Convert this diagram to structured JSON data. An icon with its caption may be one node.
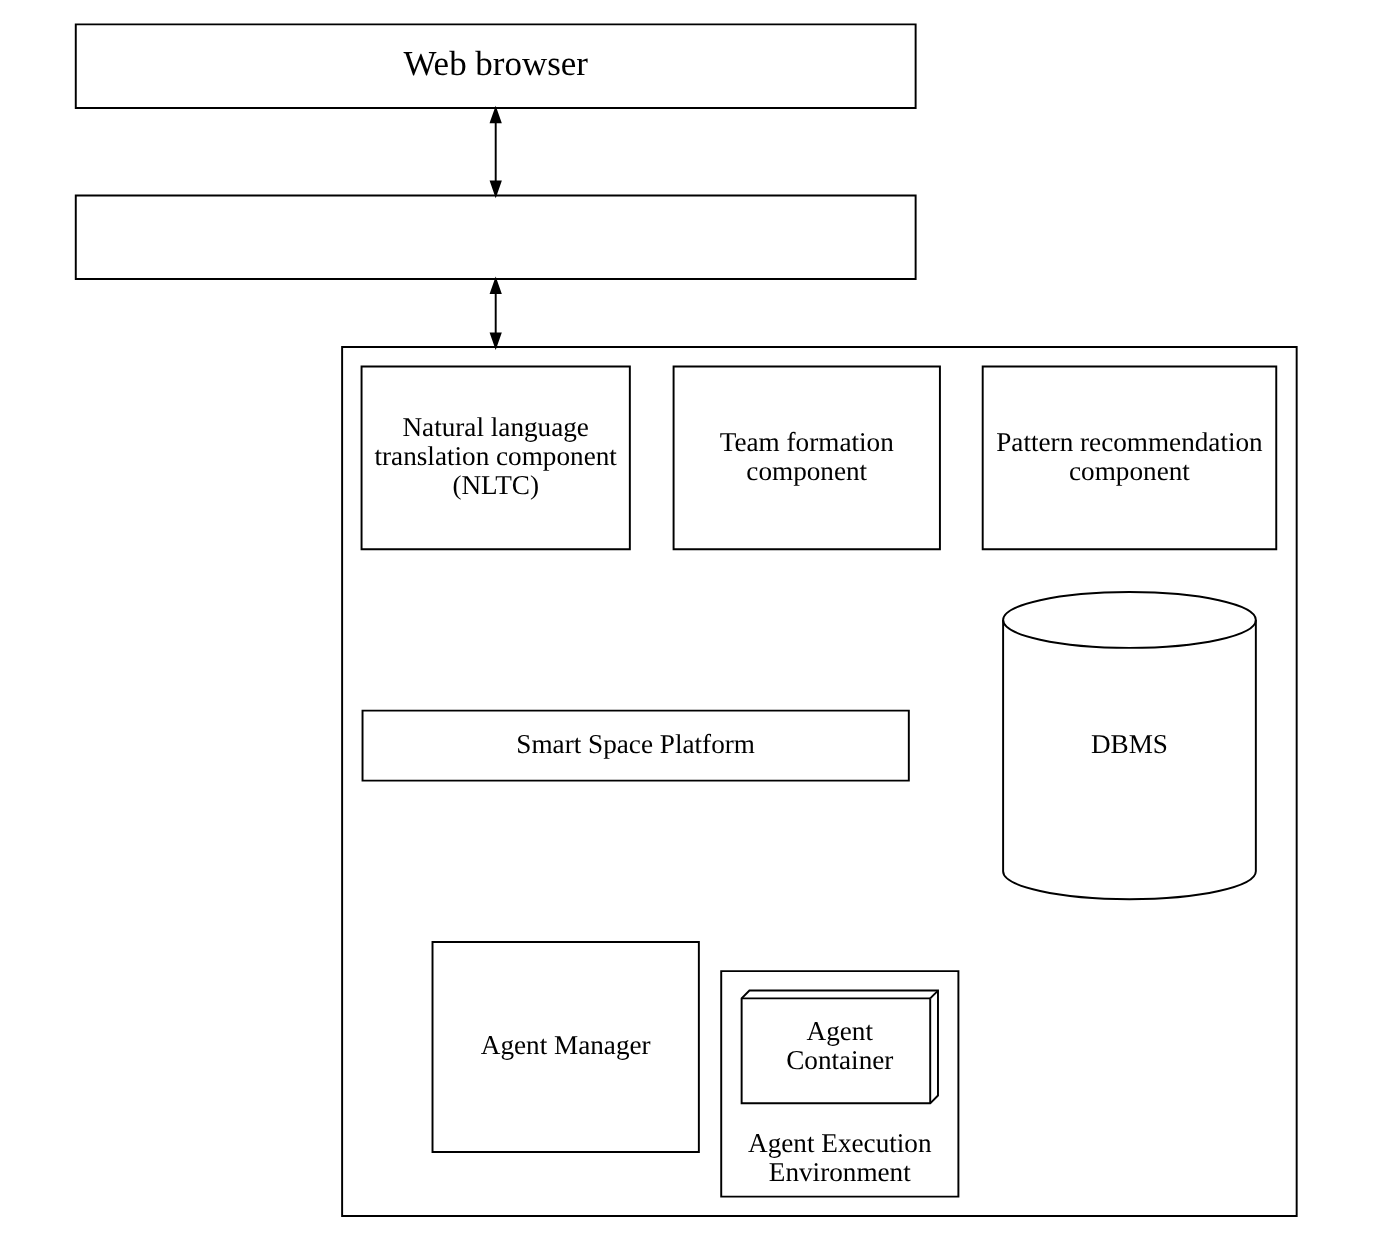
{
  "diagram": {
    "nodes": [
      {
        "text": [
          "Web browser"
        ]
      },
      {
        "text": [],
        "shape": "box"
      },
      {
        "text": [],
        "shape": "box"
      },
      {
        "text": [
          "Natural language translation component (NLTC)"
        ],
        "in": 2
      },
      {
        "text": [
          "Team formation component"
        ],
        "in": 2
      },
      {
        "text": [
          "Pattern recommendation component"
        ],
        "in": 2
      },
      {
        "text": [
          "Smart Space Platform"
        ],
        "in": 2
      },
      {
        "text": [
          "Agent Manager"
        ],
        "in": 2
      },
      {
        "text": [
          "Agent Execution Environment"
        ],
        "in": 2
      },
      {
        "text": [
          "Agent Container"
        ],
        "in": 8
      },
      {
        "text": [
          "DBMS"
        ],
        "in": 2
      }
    ],
    "edges": [
      {
        "from": 0,
        "to": 1,
        "arrow": "both"
      },
      {
        "from": 1,
        "to": 2,
        "arrow": "both"
      }
    ]
  }
}
